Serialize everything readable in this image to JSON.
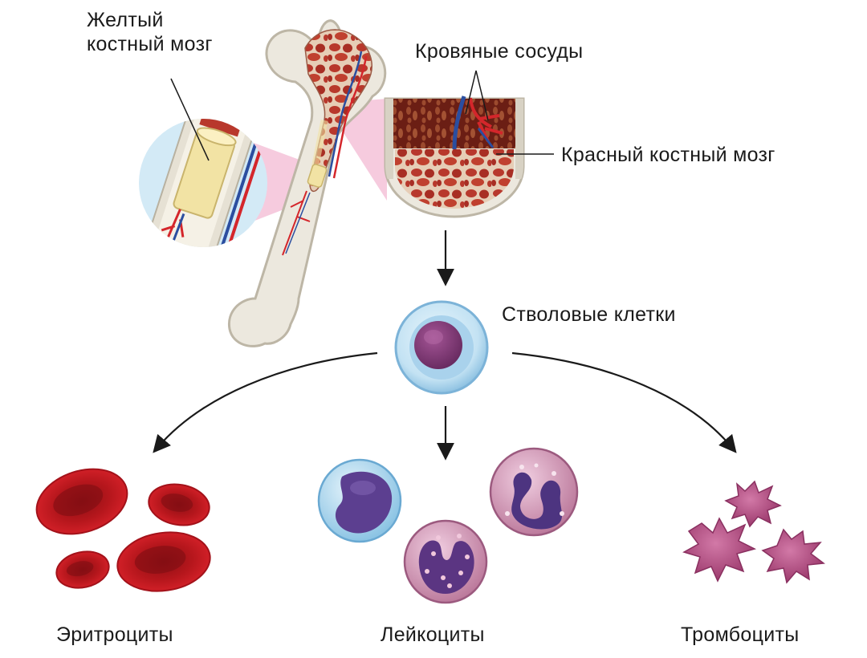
{
  "labels": {
    "yellow_marrow_line1": "Желтый",
    "yellow_marrow_line2": "костный мозг",
    "blood_vessels": "Кровяные сосуды",
    "red_marrow": "Красный костный мозг",
    "stem_cells": "Стволовые клетки",
    "erythrocytes": "Эритроциты",
    "leukocytes": "Лейкоциты",
    "thrombocytes": "Тромбоциты"
  },
  "colors": {
    "bone": "#ece8de",
    "bone_outline": "#bdb6a6",
    "marrow_red": "#b8382c",
    "marrow_dark": "#8e2218",
    "yellow_marrow": "#f2e3a4",
    "magnifier_bg": "#d3eaf6",
    "zoom_pink": "#f3b9d3",
    "vein": "#2b4ea0",
    "artery": "#d4262b",
    "stem_outer": "#bfe0f2",
    "stem_nucleus": "#7f3b76",
    "rbc": "#c8161d",
    "lymph_nucleus": "#5c3f90",
    "granulocyte": "#d49bb6",
    "platelet": "#b04c7e",
    "arrow": "#1a1a1a"
  },
  "icons": [
    "bone-icon",
    "magnifier-icon",
    "marrow-cross-section-icon",
    "stem-cell-icon",
    "erythrocyte-icon",
    "leukocyte-icon",
    "thrombocyte-icon",
    "arrow-icon"
  ]
}
